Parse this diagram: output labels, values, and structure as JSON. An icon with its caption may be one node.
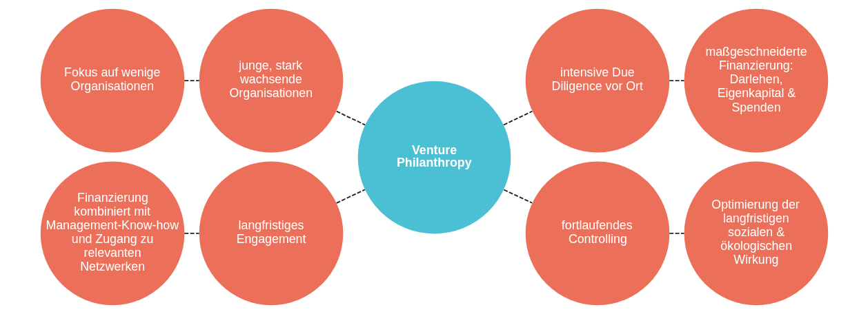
{
  "diagram": {
    "nodes": [
      {
        "text": [
          "Fokus auf wenige Organisationen"
        ]
      },
      {
        "text": [
          "junge, stark wachsende Organisationen"
        ]
      },
      {
        "text": [
          "Venture Philanthropy"
        ]
      },
      {
        "text": [
          "intensive Due Diligence vor Ort"
        ]
      },
      {
        "text": [
          "maßgeschneiderte Finanzierung: Darlehen, Eigenkapital & Spenden"
        ]
      },
      {
        "text": [
          "Finanzierung kombiniert mit Management-Know-how und Zugang zu relevanten Netzwerken"
        ]
      },
      {
        "text": [
          "langfristiges Engagement"
        ]
      },
      {
        "text": [
          "fortlaufendes Controlling"
        ]
      },
      {
        "text": [
          "Optimierung der langfristigen sozialen & ökologischen Wirkung"
        ]
      }
    ],
    "edges": [
      {
        "from": 0,
        "to": 1,
        "arrow": "none",
        "style": "dashed"
      },
      {
        "from": 1,
        "to": 2,
        "arrow": "none",
        "style": "dashed"
      },
      {
        "from": 2,
        "to": 3,
        "arrow": "none",
        "style": "dashed"
      },
      {
        "from": 3,
        "to": 4,
        "arrow": "none",
        "style": "dashed"
      },
      {
        "from": 5,
        "to": 6,
        "arrow": "none",
        "style": "dashed"
      },
      {
        "from": 6,
        "to": 2,
        "arrow": "none",
        "style": "dashed"
      },
      {
        "from": 2,
        "to": 7,
        "arrow": "none",
        "style": "dashed"
      },
      {
        "from": 7,
        "to": 8,
        "arrow": "none",
        "style": "dashed"
      }
    ]
  }
}
